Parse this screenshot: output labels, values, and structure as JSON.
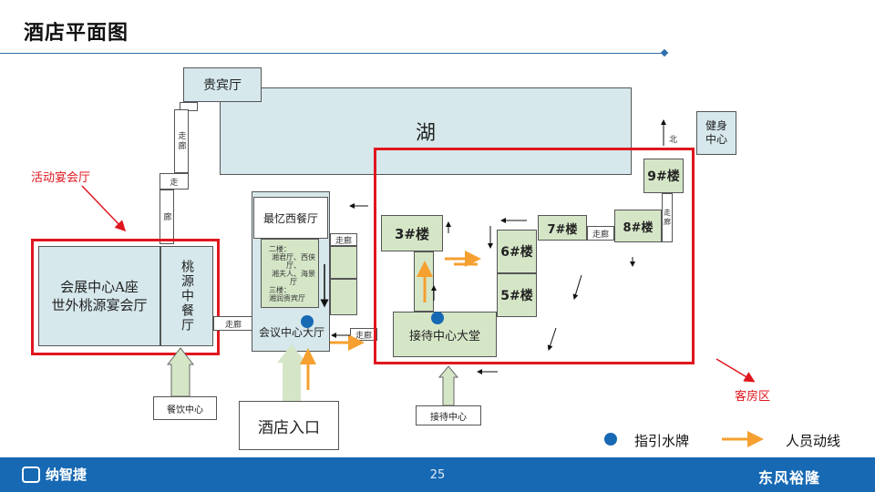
{
  "title": "酒店平面图",
  "page_number": "25",
  "logos": {
    "left": "纳智捷",
    "right": "东风裕隆"
  },
  "legend": {
    "sign": "指引水牌",
    "flow": "人员动线"
  },
  "areas": {
    "banquet": "活动宴会厅",
    "rooms": "客房区"
  },
  "buildings": {
    "vip_hall": "贵宾厅",
    "lake": "湖",
    "gym": "健身中心",
    "expo_line1": "会展中心A座",
    "expo_line2": "世外桃源宴会厅",
    "taoyuan": "桃源中餐厅",
    "west_restaurant": "最忆西餐厅",
    "conference_hall": "会议中心大厅",
    "hotel_entrance": "酒店入口",
    "dining_center": "餐饮中心",
    "reception_hall": "接待中心大堂",
    "reception_center": "接待中心",
    "b3": "3#楼",
    "b5": "5#楼",
    "b6": "6#楼",
    "b7": "7#楼",
    "b8": "8#楼",
    "b9": "9#楼"
  },
  "corridors": {
    "c1": "走廊",
    "c2": "走",
    "c3": "廊",
    "c4": "走廊",
    "c5": "走廊",
    "c6": "走廊",
    "c7": "走廊",
    "c8": "走廊",
    "north": "北"
  },
  "inner_notes": {
    "n1": "二楼：",
    "n2": "湘君厅、西侠厅、",
    "n3": "湘夫人、海景厅",
    "n4": "三楼：",
    "n5": "湘润贵宾厅"
  },
  "colors": {
    "red": "#e0161e",
    "orange": "#f5a030",
    "blue_marker": "#1769b3",
    "green_arrow": "#d5e6c7",
    "footer": "#1769b3"
  }
}
